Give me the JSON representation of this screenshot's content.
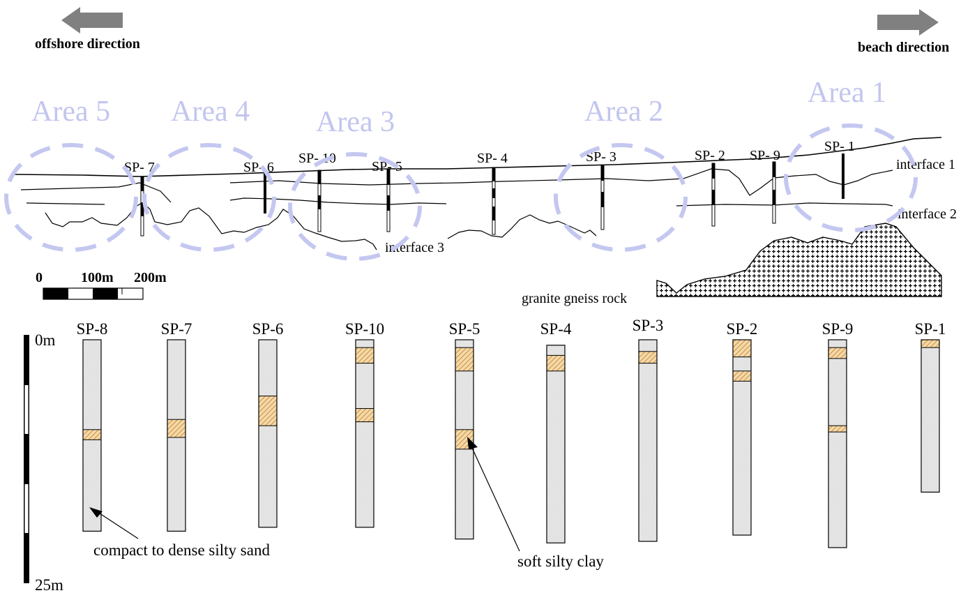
{
  "directions": {
    "offshore": "offshore direction",
    "beach": "beach direction"
  },
  "areas": [
    "Area 1",
    "Area 2",
    "Area 3",
    "Area 4",
    "Area 5"
  ],
  "profile_boreholes": [
    "SP- 7",
    "SP- 6",
    "SP- 10",
    "SP- 5",
    "SP- 4",
    "SP- 3",
    "SP- 2",
    "SP- 9",
    "SP- 1"
  ],
  "interfaces": [
    "interface 1",
    "interface 2",
    "interface 3"
  ],
  "rock_label": "granite gneiss rock",
  "scale_bar": {
    "labels": [
      "0",
      "100m",
      "200m"
    ]
  },
  "depth_scale": {
    "top": "0m",
    "bottom": "25m"
  },
  "columns": [
    {
      "id": "SP-8",
      "top_m": 0,
      "bottom_m": 24.5,
      "clay": [
        [
          11.5,
          12.8
        ]
      ]
    },
    {
      "id": "SP-7",
      "top_m": 0,
      "bottom_m": 24.5,
      "clay": [
        [
          10.2,
          12.5
        ]
      ]
    },
    {
      "id": "SP-6",
      "top_m": 0,
      "bottom_m": 24.0,
      "clay": [
        [
          7.2,
          11.0
        ]
      ]
    },
    {
      "id": "SP-10",
      "top_m": 0,
      "bottom_m": 24.0,
      "clay": [
        [
          1.0,
          3.0
        ],
        [
          8.8,
          10.5
        ]
      ]
    },
    {
      "id": "SP-5",
      "top_m": 0,
      "bottom_m": 25.5,
      "clay": [
        [
          1.0,
          4.0
        ],
        [
          11.5,
          14.0
        ]
      ]
    },
    {
      "id": "SP-4",
      "top_m": 0.7,
      "bottom_m": 26.0,
      "clay": [
        [
          2.0,
          4.0
        ]
      ]
    },
    {
      "id": "SP-3",
      "top_m": 0,
      "bottom_m": 25.8,
      "clay": [
        [
          1.5,
          3.0
        ]
      ]
    },
    {
      "id": "SP-2",
      "top_m": 0,
      "bottom_m": 25.0,
      "clay": [
        [
          0.0,
          2.2
        ],
        [
          4.0,
          5.3
        ]
      ]
    },
    {
      "id": "SP-9",
      "top_m": 0,
      "bottom_m": 26.6,
      "clay": [
        [
          1.0,
          2.4
        ],
        [
          11.0,
          11.8
        ]
      ]
    },
    {
      "id": "SP-1",
      "top_m": 0,
      "bottom_m": 19.5,
      "clay": [
        [
          0.0,
          1.0
        ]
      ]
    }
  ],
  "annotations": {
    "sand": "compact to dense silty sand",
    "clay": "soft silty clay"
  },
  "colors": {
    "area_circle": "#c4c8f0",
    "sand_fill": "#ececec",
    "clay_fill": "#f4d9a8",
    "clay_hatch": "#c07a28",
    "arrow_grey": "#808080"
  }
}
